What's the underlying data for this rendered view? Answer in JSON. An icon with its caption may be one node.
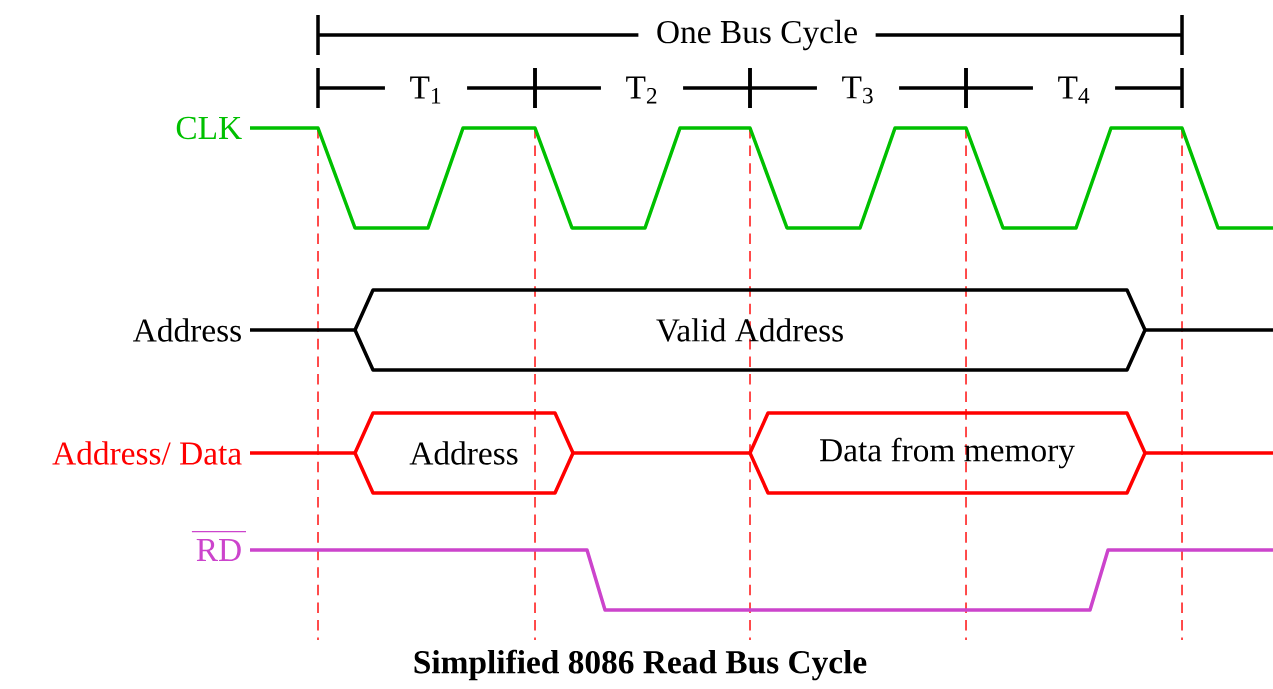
{
  "diagram": {
    "caption": "Simplified 8086 Read Bus Cycle",
    "nodes": [
      {
        "text": [
          "Valid Address"
        ]
      },
      {
        "text": [
          "Address"
        ]
      },
      {
        "text": [
          "Data from memory"
        ]
      }
    ],
    "edges": [
      {
        "from": 1,
        "to": 2,
        "arrow": "none"
      }
    ],
    "labels": [
      "One Bus Cycle",
      "T$_{1}$",
      "T$_{2}$",
      "T$_{3}$",
      "T$_{4}$",
      "CLK",
      "Address",
      "Address/ Data",
      "RD"
    ]
  }
}
